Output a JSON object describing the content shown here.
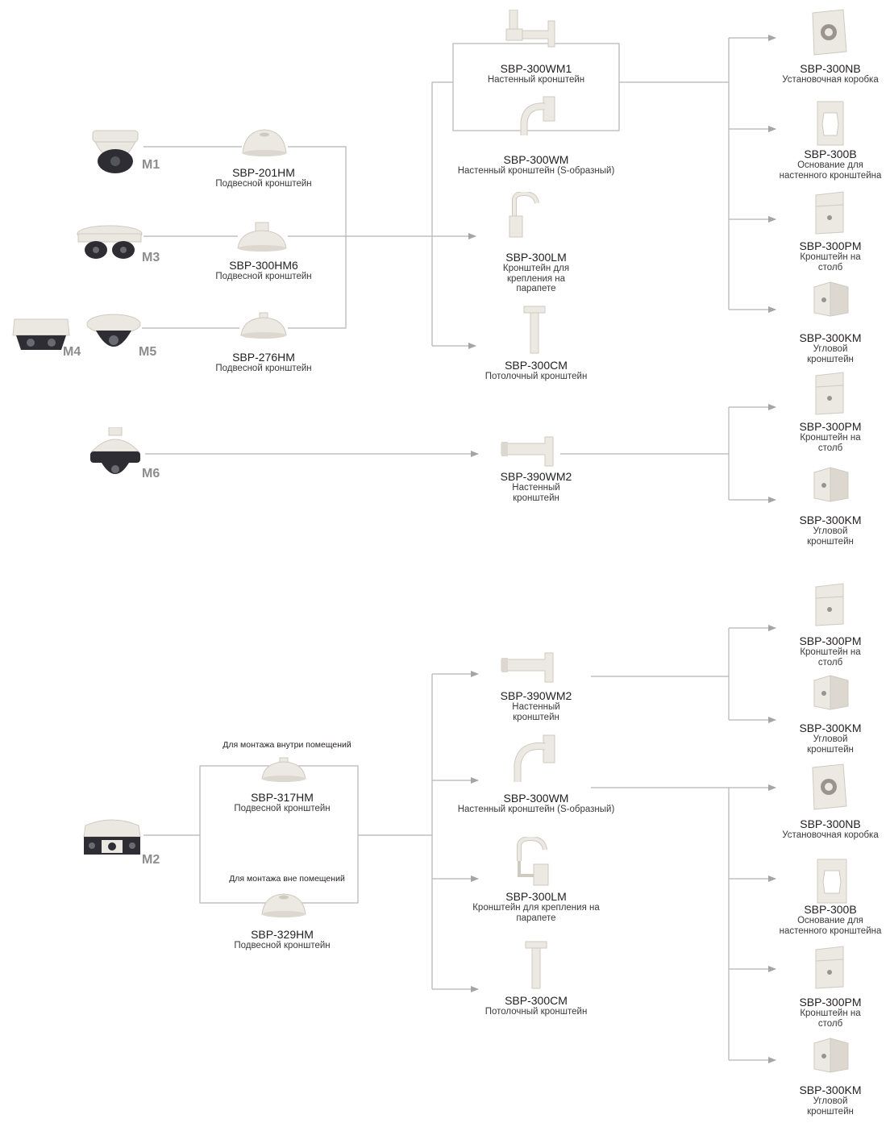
{
  "colors": {
    "line": "#b5b5b5",
    "arrow": "#a5a5a5",
    "mount": "#ece9e2",
    "mount_shade": "#cfcac0",
    "camera": "#ebe8e2",
    "lens": "#2d2d33",
    "tag": "#8d8d8d"
  },
  "cameras": [
    {
      "tag": "M1",
      "icon": "dome-camera-icon"
    },
    {
      "tag": "M3",
      "icon": "dual-dome-camera-icon"
    },
    {
      "tag": "M4",
      "icon": "quad-dome-camera-icon"
    },
    {
      "tag": "M5",
      "icon": "dome-camera-icon"
    },
    {
      "tag": "M6",
      "icon": "multi-sensor-pendant-camera-icon"
    },
    {
      "tag": "M2",
      "icon": "ptz-multi-camera-icon"
    }
  ],
  "notes": {
    "indoor": "Для монтажа внутри помещений",
    "outdoor": "Для монтажа вне помещений"
  },
  "products": {
    "sbp201hm": {
      "code": "SBP-201HM",
      "desc": [
        "Подвесной кронштейн"
      ]
    },
    "sbp300hm6": {
      "code": "SBP-300HM6",
      "desc": [
        "Подвесной кронштейн"
      ]
    },
    "sbp276hm": {
      "code": "SBP-276HM",
      "desc": [
        "Подвесной кронштейн"
      ]
    },
    "sbp300wm1_a": {
      "code": "SBP-300WM1",
      "desc": [
        "Настенный кронштейн"
      ]
    },
    "sbp300wm_a": {
      "code": "SBP-300WM",
      "desc": [
        "Настенный кронштейн (S-образный)"
      ]
    },
    "sbp300lm_a": {
      "code": "SBP-300LM",
      "desc": [
        "Кронштейн для",
        "крепления на",
        "парапете"
      ]
    },
    "sbp300cm_a": {
      "code": "SBP-300CM",
      "desc": [
        "Потолочный кронштейн"
      ]
    },
    "sbp300nb_a": {
      "code": "SBP-300NB",
      "desc": [
        "Установочная коробка"
      ]
    },
    "sbp300b_a": {
      "code": "SBP-300B",
      "desc": [
        "Основание для",
        "настенного кронштейна"
      ]
    },
    "sbp300pm_a": {
      "code": "SBP-300PM",
      "desc": [
        "Кронштейн на",
        "столб"
      ]
    },
    "sbp300km_a": {
      "code": "SBP-300KM",
      "desc": [
        "Угловой",
        "кронштейн"
      ]
    },
    "sbp390wm2_b": {
      "code": "SBP-390WM2",
      "desc": [
        "Настенный",
        "кронштейн"
      ]
    },
    "sbp300pm_b": {
      "code": "SBP-300PM",
      "desc": [
        "Кронштейн на",
        "столб"
      ]
    },
    "sbp300km_b": {
      "code": "SBP-300KM",
      "desc": [
        "Угловой",
        "кронштейн"
      ]
    },
    "sbp317hm": {
      "code": "SBP-317HM",
      "desc": [
        "Подвесной кронштейн"
      ]
    },
    "sbp329hm": {
      "code": "SBP-329HM",
      "desc": [
        "Подвесной кронштейн"
      ]
    },
    "sbp390wm2_c": {
      "code": "SBP-390WM2",
      "desc": [
        "Настенный",
        "кронштейн"
      ]
    },
    "sbp300wm_c": {
      "code": "SBP-300WM",
      "desc": [
        "Настенный кронштейн (S-образный)"
      ]
    },
    "sbp300lm_c": {
      "code": "SBP-300LM",
      "desc": [
        "Кронштейн для крепления на",
        "парапете"
      ]
    },
    "sbp300cm_c": {
      "code": "SBP-300CM",
      "desc": [
        "Потолочный кронштейн"
      ]
    },
    "sbp300pm_c": {
      "code": "SBP-300PM",
      "desc": [
        "Кронштейн на",
        "столб"
      ]
    },
    "sbp300km_c": {
      "code": "SBP-300KM",
      "desc": [
        "Угловой",
        "кронштейн"
      ]
    },
    "sbp300nb_c": {
      "code": "SBP-300NB",
      "desc": [
        "Установочная коробка"
      ]
    },
    "sbp300b_c": {
      "code": "SBP-300B",
      "desc": [
        "Основание для",
        "настенного кронштейна"
      ]
    },
    "sbp300pm_d": {
      "code": "SBP-300PM",
      "desc": [
        "Кронштейн на",
        "столб"
      ]
    },
    "sbp300km_d": {
      "code": "SBP-300KM",
      "desc": [
        "Угловой",
        "кронштейн"
      ]
    }
  }
}
